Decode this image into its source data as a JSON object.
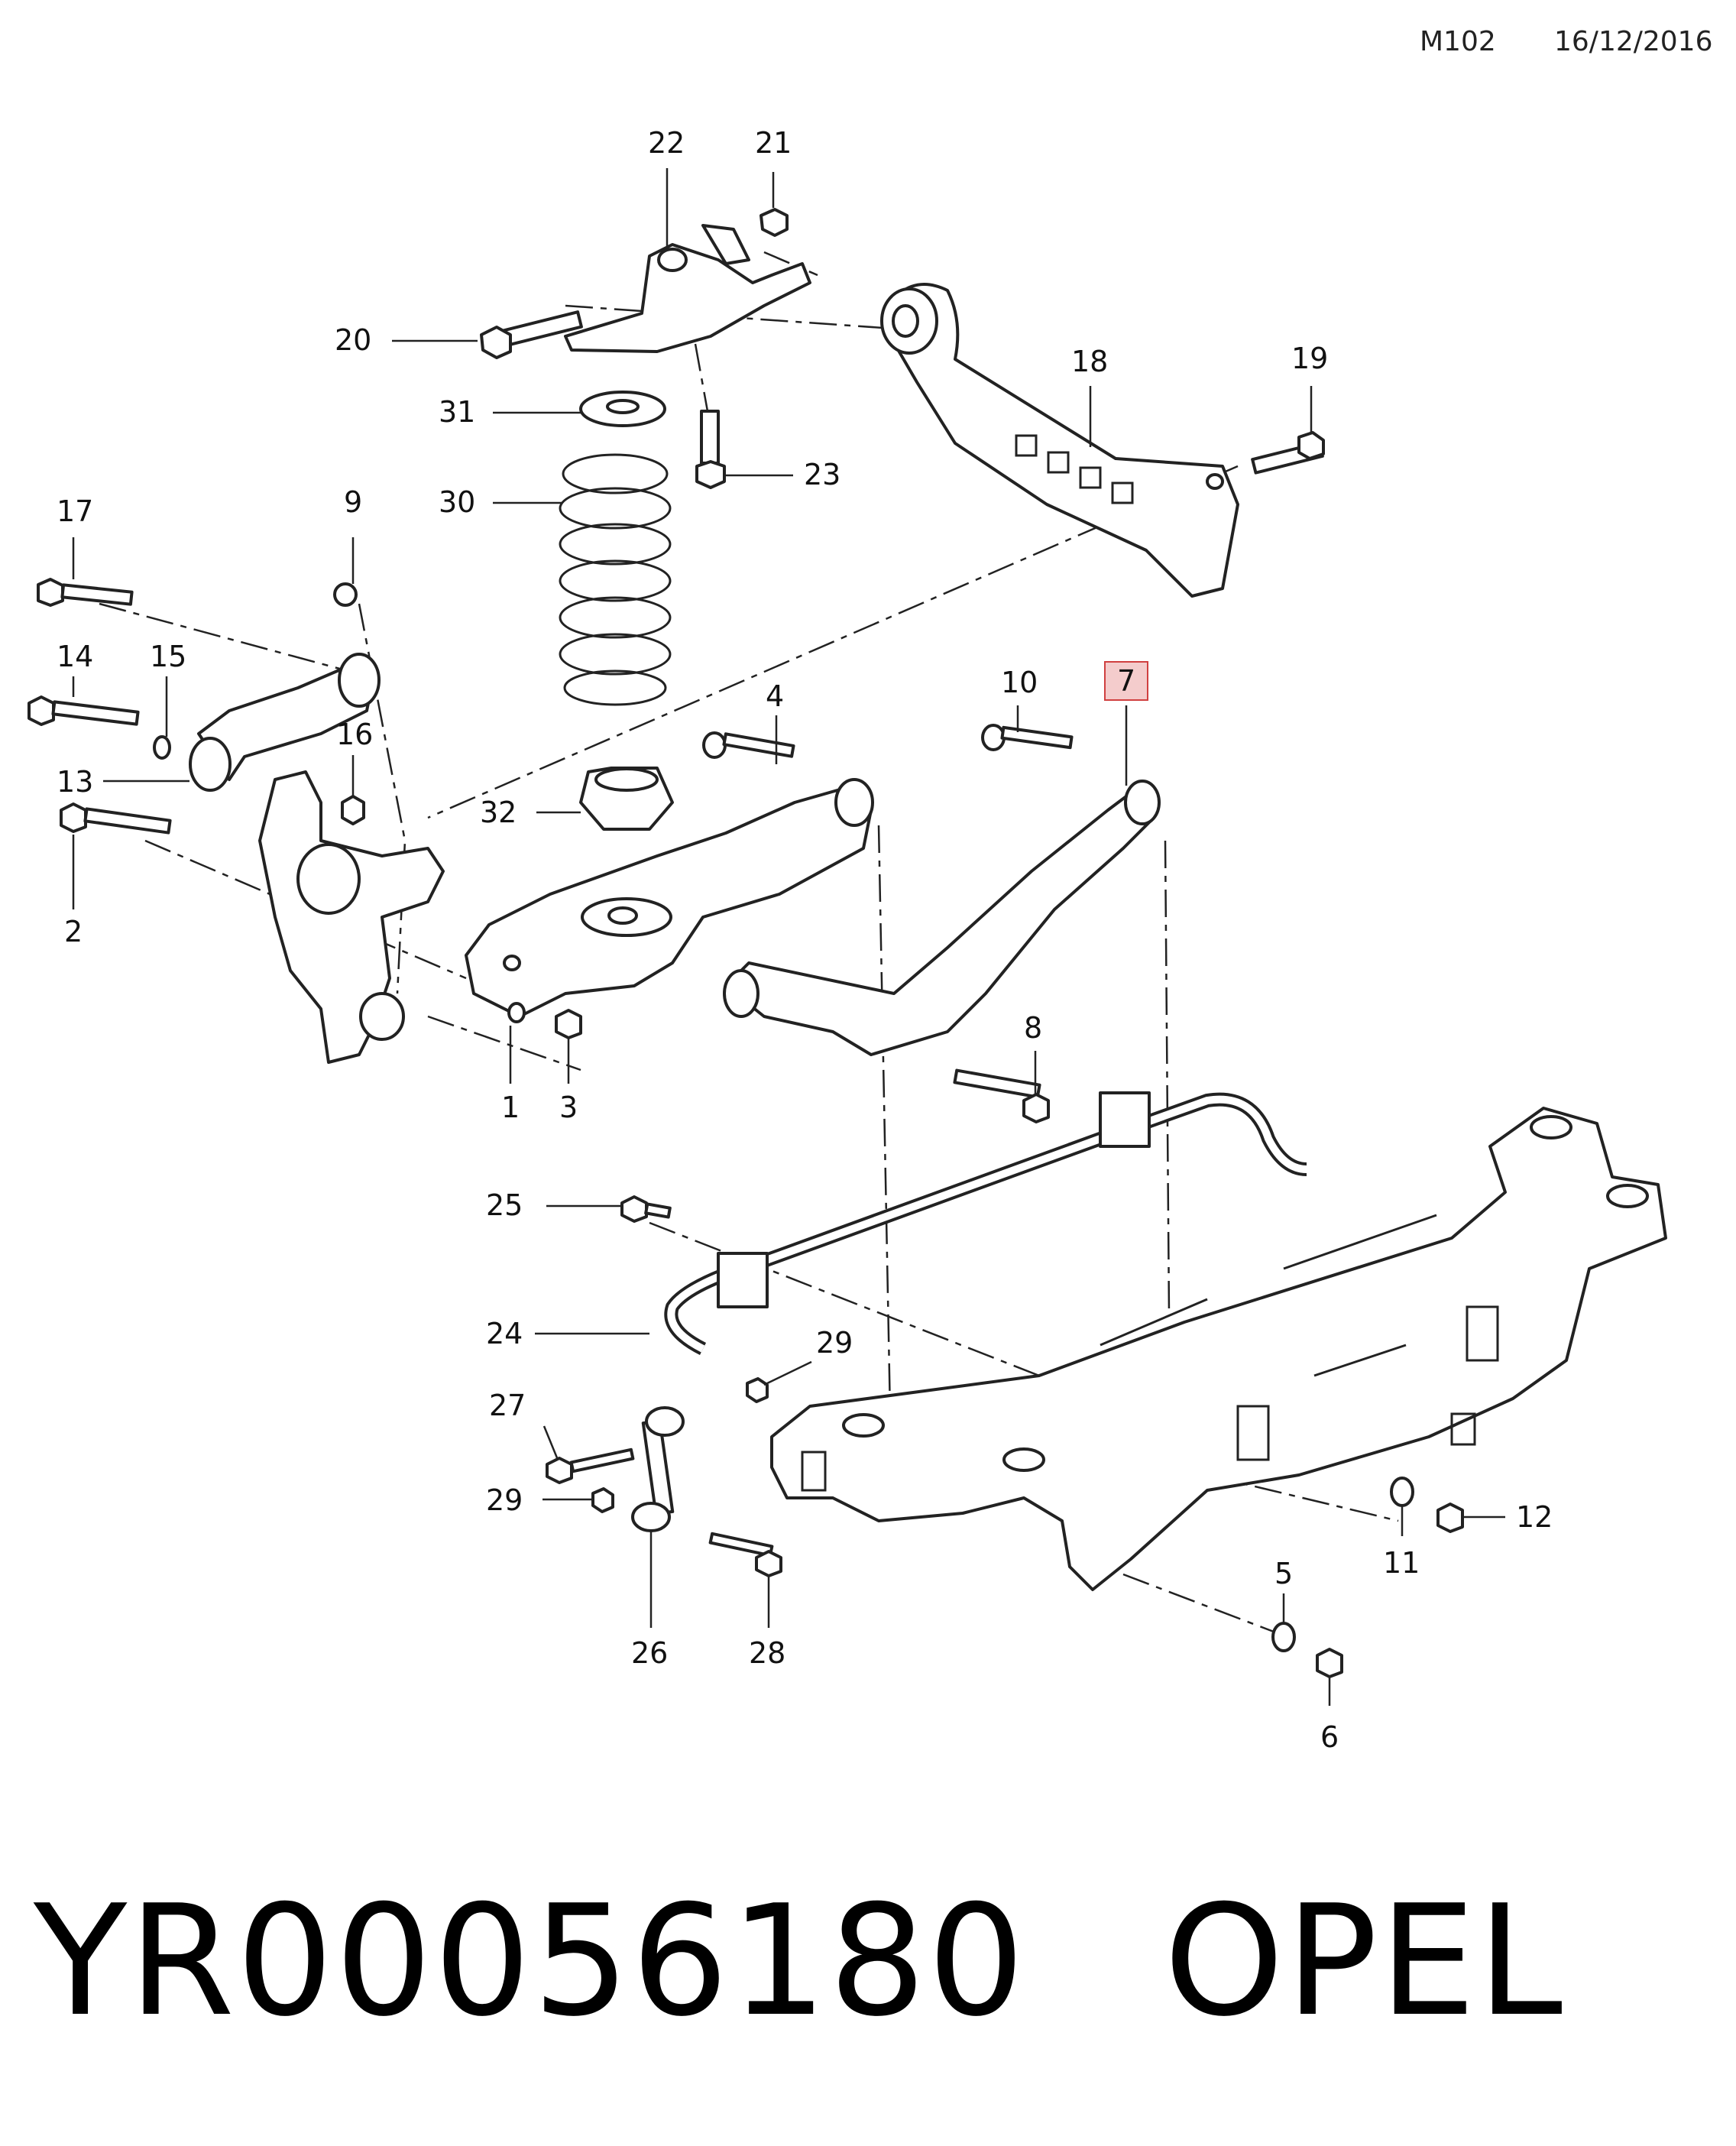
{
  "header": {
    "code": "M102",
    "date": "16/12/2016"
  },
  "highlight_color": "#f4cccc",
  "highlight_border": "#d04040",
  "callouts": [
    {
      "id": "c22",
      "label": "22"
    },
    {
      "id": "c21",
      "label": "21"
    },
    {
      "id": "c20",
      "label": "20"
    },
    {
      "id": "c18",
      "label": "18"
    },
    {
      "id": "c19",
      "label": "19"
    },
    {
      "id": "c31",
      "label": "31"
    },
    {
      "id": "c23",
      "label": "23"
    },
    {
      "id": "c30",
      "label": "30"
    },
    {
      "id": "c17",
      "label": "17"
    },
    {
      "id": "c9",
      "label": "9"
    },
    {
      "id": "c14",
      "label": "14"
    },
    {
      "id": "c15",
      "label": "15"
    },
    {
      "id": "c16",
      "label": "16"
    },
    {
      "id": "c13",
      "label": "13"
    },
    {
      "id": "c10",
      "label": "10"
    },
    {
      "id": "c7",
      "label": "7",
      "highlighted": true
    },
    {
      "id": "c4",
      "label": "4"
    },
    {
      "id": "c32",
      "label": "32"
    },
    {
      "id": "c2",
      "label": "2"
    },
    {
      "id": "c8",
      "label": "8"
    },
    {
      "id": "c1",
      "label": "1"
    },
    {
      "id": "c3",
      "label": "3"
    },
    {
      "id": "c25",
      "label": "25"
    },
    {
      "id": "c24",
      "label": "24"
    },
    {
      "id": "c29a",
      "label": "29"
    },
    {
      "id": "c27",
      "label": "27"
    },
    {
      "id": "c29b",
      "label": "29"
    },
    {
      "id": "c12",
      "label": "12"
    },
    {
      "id": "c11",
      "label": "11"
    },
    {
      "id": "c5",
      "label": "5"
    },
    {
      "id": "c26",
      "label": "26"
    },
    {
      "id": "c28",
      "label": "28"
    },
    {
      "id": "c6",
      "label": "6"
    }
  ],
  "footer": {
    "part_number": "YR00056180",
    "brand": "OPEL"
  }
}
